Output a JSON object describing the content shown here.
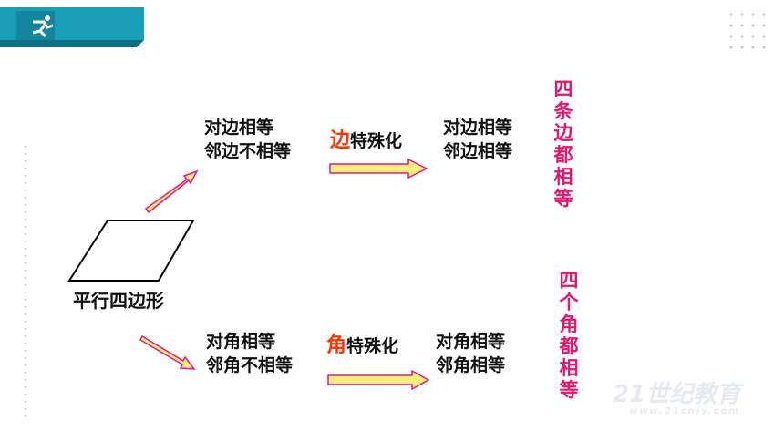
{
  "header": {
    "icon": "running-person-icon",
    "accent": "#1a9fb8"
  },
  "shape": {
    "label": "平行四边形"
  },
  "top": {
    "left_lines": [
      "对边相等",
      "邻边不相等"
    ],
    "middle_highlight": "边",
    "middle_text": "特殊化",
    "right_lines": [
      "对边相等",
      "邻边相等"
    ],
    "conclusion": "四条边都相等"
  },
  "bottom": {
    "left_lines": [
      "对角相等",
      "邻角不相等"
    ],
    "middle_highlight": "角",
    "middle_text": "特殊化",
    "right_lines": [
      "对角相等",
      "邻角相等"
    ],
    "conclusion": "四个角都相等"
  },
  "watermark": {
    "main": "21世纪教育",
    "sub": "www.21cnjy.com"
  },
  "colors": {
    "arrow_fill": "#f5f07a",
    "arrow_stroke": "#e8148c",
    "vertical_text": "#e8146e",
    "highlight": "#ff3300"
  }
}
